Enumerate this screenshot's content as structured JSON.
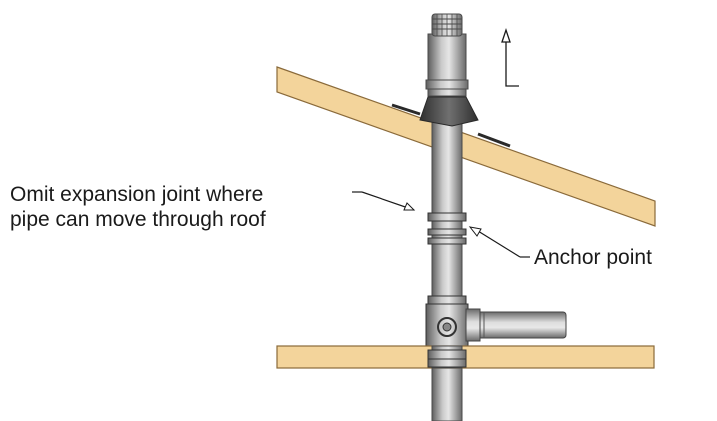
{
  "labels": {
    "omit_line1": "Omit expansion joint where",
    "omit_line2": "pipe can move through roof",
    "anchor": "Anchor point"
  },
  "colors": {
    "wood": "#f3d49b",
    "wood_edge": "#8a6a3a",
    "pipe_dark": "#6a6a6a",
    "pipe_mid": "#a4a4a4",
    "pipe_light": "#dcdcdc",
    "flashing": "#4a4a4a",
    "ink": "#1a1a1a"
  },
  "icons": {
    "direction_arrow": "up-arrow-icon"
  }
}
